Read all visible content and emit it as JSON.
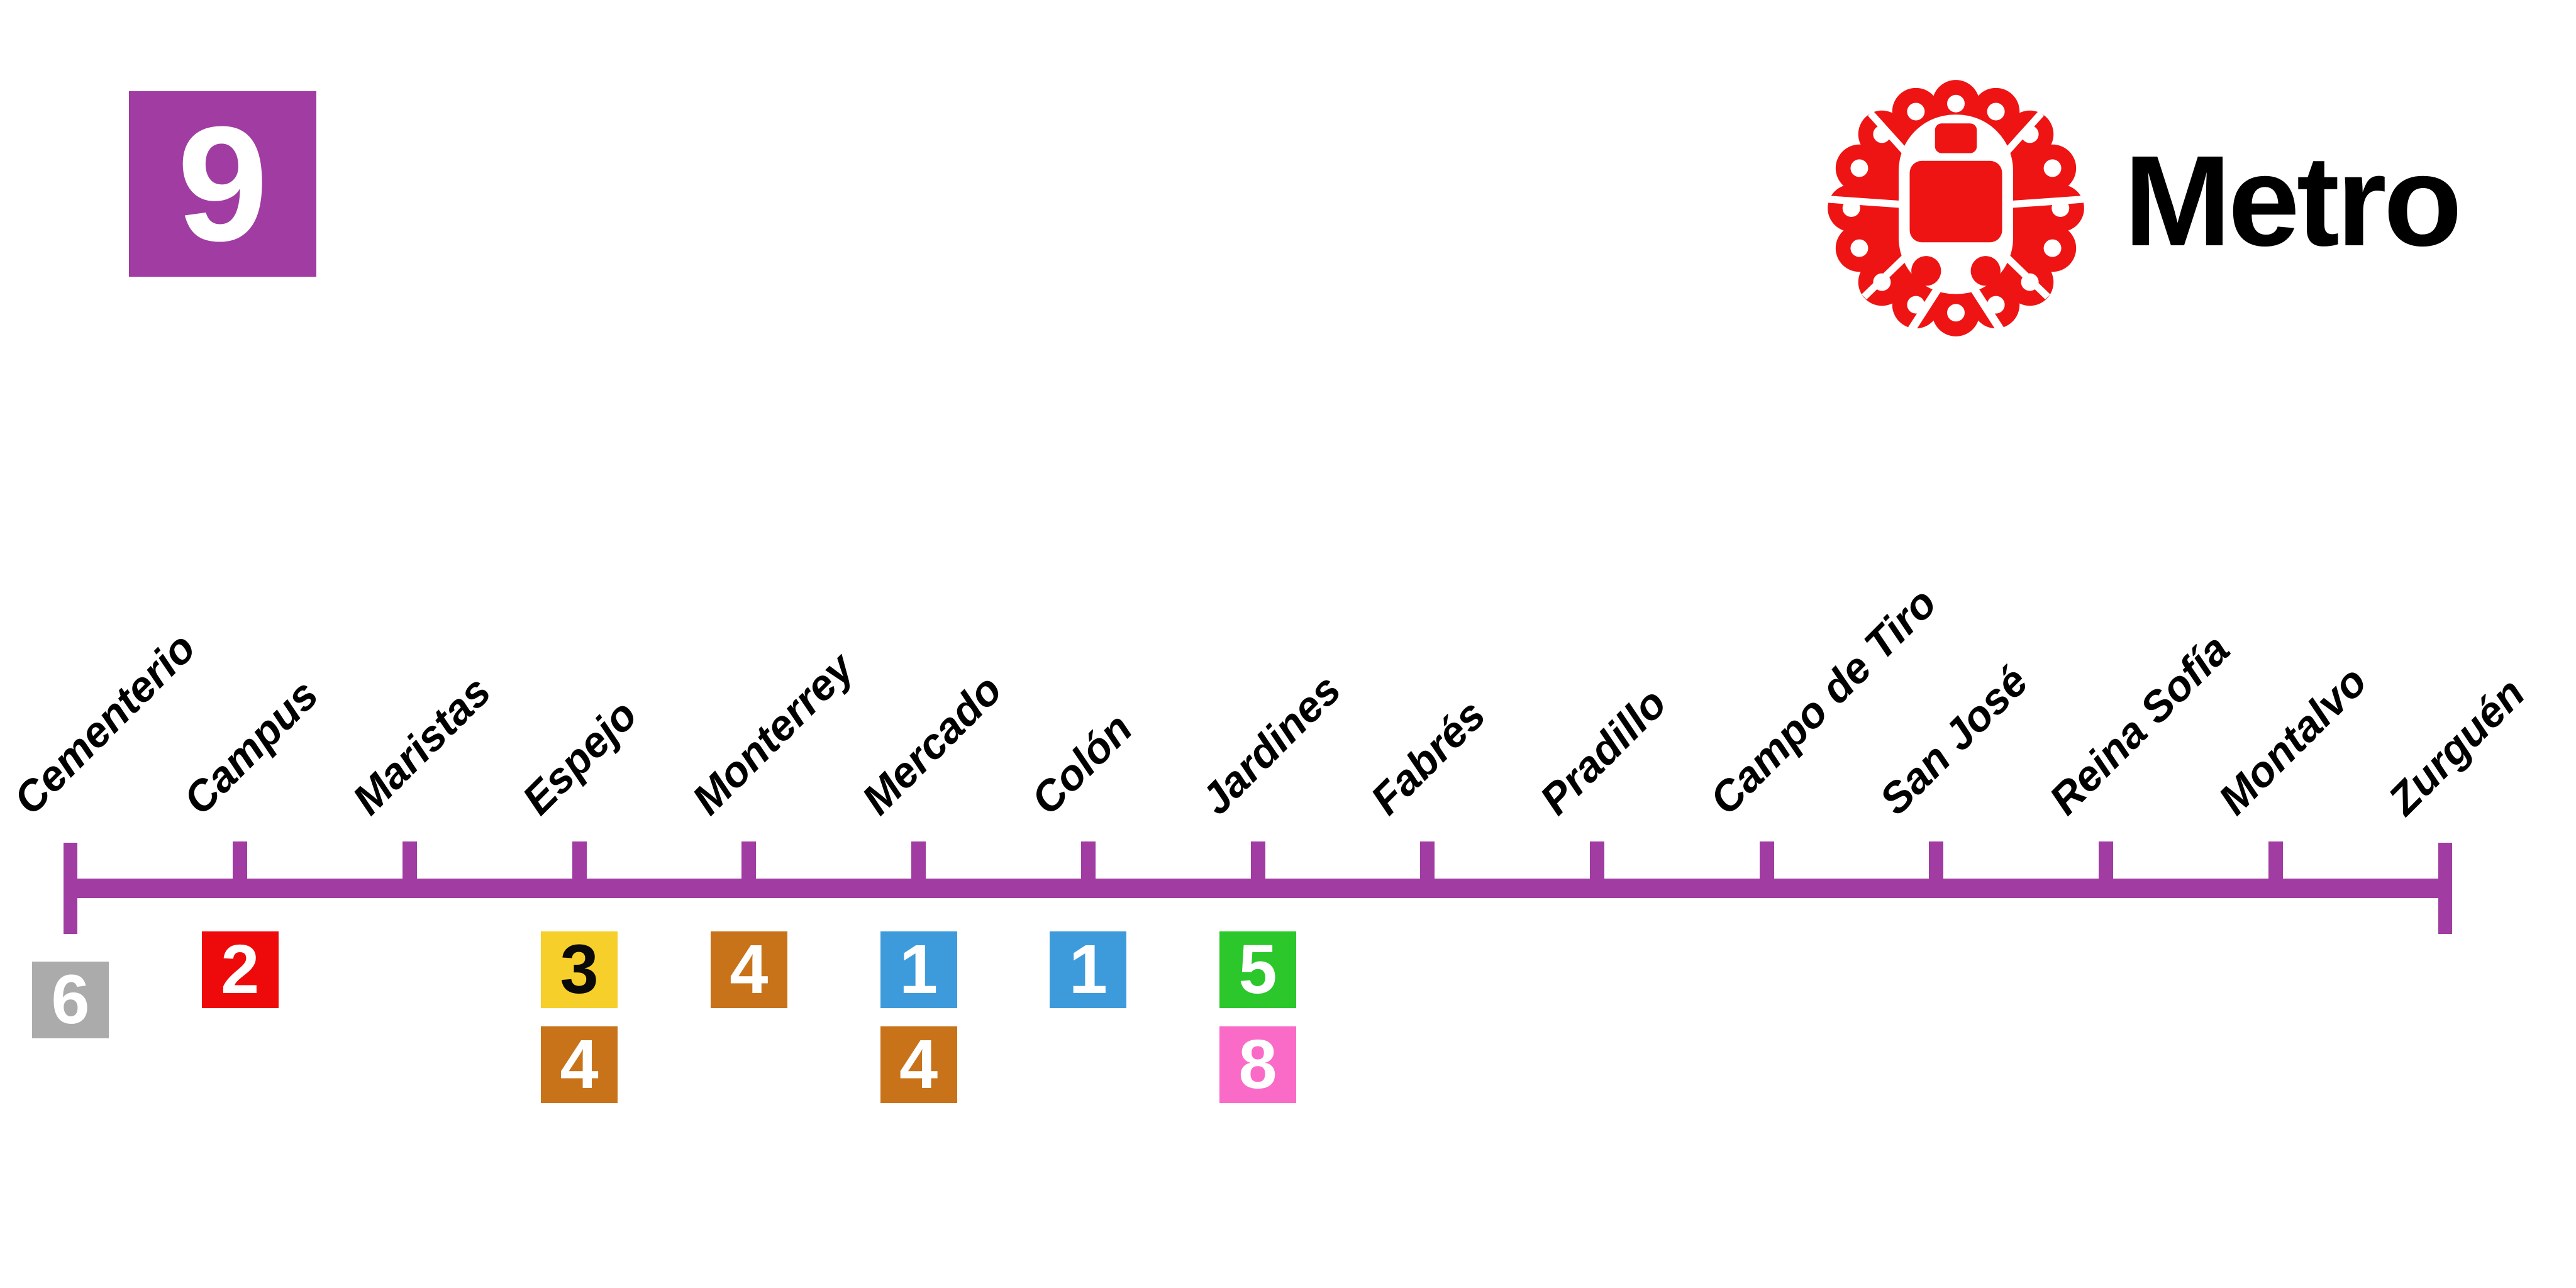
{
  "line": {
    "number": "9",
    "color": "#A03CA2"
  },
  "brand": {
    "name": "Metro",
    "logo_color": "#EE1414",
    "logo_icon": "train-front-rosette-icon",
    "text_color": "#000000"
  },
  "stations": [
    {
      "name": "Cementerio",
      "terminal": true,
      "transfers": [
        {
          "line": "6",
          "bg": "#ABABAB",
          "fg": "#FFFFFF"
        }
      ]
    },
    {
      "name": "Campus",
      "transfers": [
        {
          "line": "2",
          "bg": "#EE0A0A",
          "fg": "#FFFFFF"
        }
      ]
    },
    {
      "name": "Maristas",
      "transfers": []
    },
    {
      "name": "Espejo",
      "transfers": [
        {
          "line": "3",
          "bg": "#F6CF2A",
          "fg": "#0A0A0A"
        },
        {
          "line": "4",
          "bg": "#C8731A",
          "fg": "#FFFFFF"
        }
      ]
    },
    {
      "name": "Monterrey",
      "transfers": [
        {
          "line": "4",
          "bg": "#C8731A",
          "fg": "#FFFFFF"
        }
      ]
    },
    {
      "name": "Mercado",
      "transfers": [
        {
          "line": "1",
          "bg": "#3E9BDB",
          "fg": "#FFFFFF"
        },
        {
          "line": "4",
          "bg": "#C8731A",
          "fg": "#FFFFFF"
        }
      ]
    },
    {
      "name": "Colón",
      "transfers": [
        {
          "line": "1",
          "bg": "#3E9BDB",
          "fg": "#FFFFFF"
        }
      ]
    },
    {
      "name": "Jardines",
      "transfers": [
        {
          "line": "5",
          "bg": "#2BC72B",
          "fg": "#FFFFFF"
        },
        {
          "line": "8",
          "bg": "#FA6BC8",
          "fg": "#FFFFFF"
        }
      ]
    },
    {
      "name": "Fabrés",
      "transfers": []
    },
    {
      "name": "Pradillo",
      "transfers": []
    },
    {
      "name": "Campo de Tiro",
      "transfers": []
    },
    {
      "name": "San José",
      "transfers": []
    },
    {
      "name": "Reina Sofía",
      "transfers": []
    },
    {
      "name": "Montalvo",
      "transfers": []
    },
    {
      "name": "Zurguén",
      "terminal": true,
      "transfers": []
    }
  ]
}
